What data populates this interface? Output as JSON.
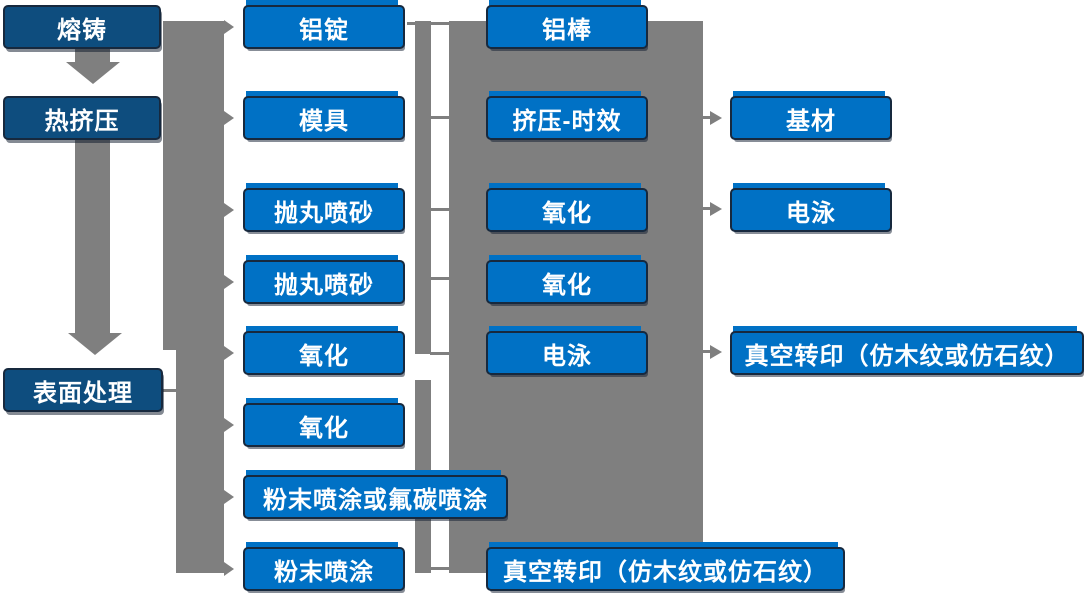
{
  "diagram": {
    "description_nodes_note": "aluminum profile production process flow",
    "nodes": {
      "melt_casting": "熔铸",
      "hot_extrusion": "热挤压",
      "surface_treatment": "表面处理",
      "aluminum_ingot": "铝锭",
      "mold": "模具",
      "shot_blasting_1": "抛丸喷砂",
      "shot_blasting_2": "抛丸喷砂",
      "oxidation_1": "氧化",
      "oxidation_2": "氧化",
      "powder_or_fluorocarbon_coating": "粉末喷涂或氟碳喷涂",
      "powder_coating": "粉末喷涂",
      "aluminum_rod": "铝棒",
      "extrusion_aging": "挤压-时效",
      "oxidation_3": "氧化",
      "oxidation_4": "氧化",
      "electrophoresis_1": "电泳",
      "vacuum_transfer_1": "真空转印（仿木纹或仿石纹）",
      "base_material": "基材",
      "electrophoresis_2": "电泳",
      "vacuum_transfer_2": "真空转印（仿木纹或仿石纹）"
    },
    "colors": {
      "primary_box_fill": "#0071C5",
      "dark_box_fill": "#0E4D7E",
      "connector_gray": "#7F7F7F",
      "box_border": "#17293E",
      "text": "#FFFFFF",
      "background": "#FFFFFF"
    }
  }
}
